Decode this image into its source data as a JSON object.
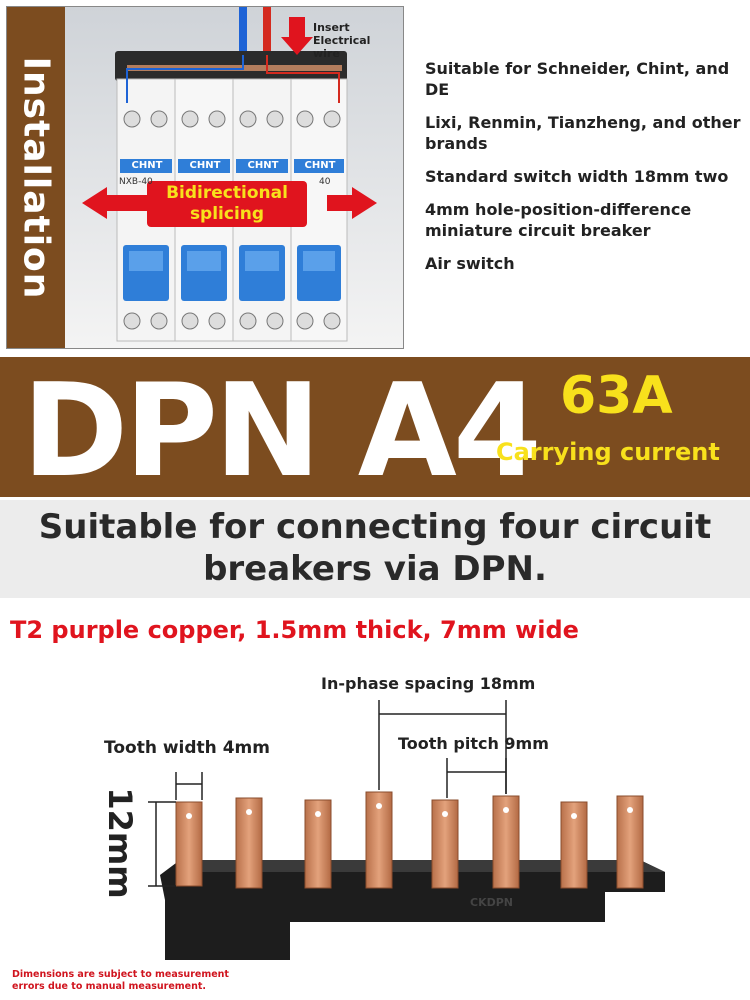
{
  "installation": {
    "side_label": "Installation",
    "insert_note": "Insert Electrical wire",
    "splice_label": [
      "Bidirectional",
      "splicing"
    ],
    "brand": "CHNT",
    "breaker_models": [
      "NXB-40",
      "40"
    ]
  },
  "specs": [
    "Suitable for Schneider, Chint, and DE",
    "Lixi, Renmin, Tianzheng, and other brands",
    "Standard switch width 18mm two",
    "4mm hole-position-difference miniature circuit breaker",
    "Air switch"
  ],
  "product": {
    "name": "DPN A4",
    "rating": "63A",
    "rating_label": "Carrying current"
  },
  "description": [
    "Suitable for connecting four circuit",
    "breakers via DPN."
  ],
  "material": "T2 purple copper, 1.5mm thick, 7mm wide",
  "dimensions": {
    "in_phase_spacing": "In-phase spacing 18mm",
    "tooth_width": "Tooth width 4mm",
    "tooth_pitch": "Tooth pitch 9mm",
    "height": "12mm",
    "base_mark": "CKDPN"
  },
  "note": [
    "Dimensions are subject to measurement",
    "errors due to manual measurement."
  ],
  "colors": {
    "brand_brown": "#7c4c1f",
    "highlight_yellow": "#f8e11c",
    "accent_red": "#e0141e",
    "breaker_blue": "#2f7ed8",
    "copper": "#c98460"
  }
}
